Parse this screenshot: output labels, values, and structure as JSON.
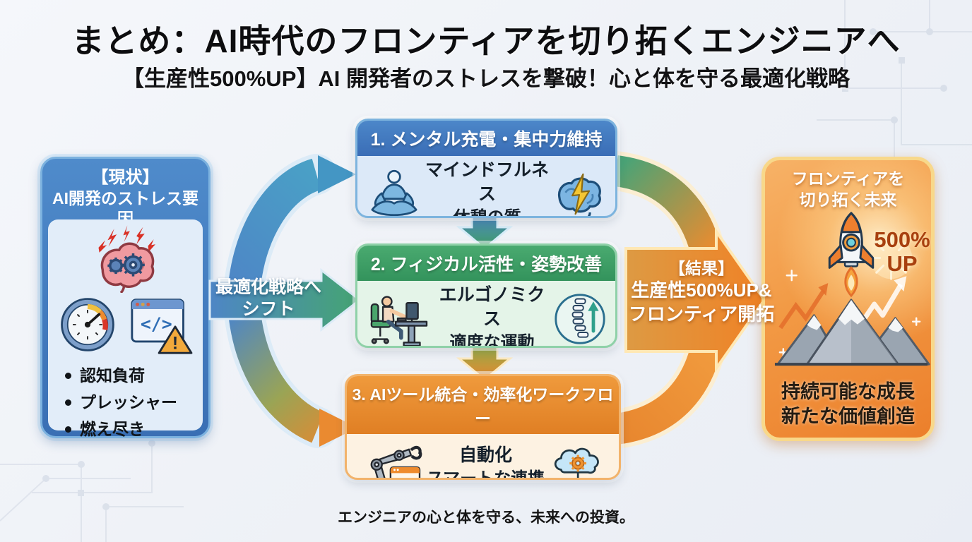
{
  "header": {
    "title": "まとめ：AI時代のフロンティアを切り拓くエンジニアへ",
    "subtitle": "【生産性500%UP】AI 開発者のストレスを撃破！心と体を守る最適化戦略"
  },
  "current": {
    "header1": "【現状】",
    "header2": "AI開発のストレス要因",
    "bullets": [
      "認知負荷",
      "プレッシャー",
      "燃え尽き"
    ]
  },
  "shift": {
    "line1": "最適化戦略へ",
    "line2": "シフト"
  },
  "steps": [
    {
      "title": "1. メンタル充電・集中力維持",
      "line1": "マインドフルネス",
      "line2": "休憩の質"
    },
    {
      "title": "2. フィジカル活性・姿勢改善",
      "line1": "エルゴノミクス",
      "line2": "適度な運動"
    },
    {
      "title": "3. AIツール統合・効率化ワークフロー",
      "line1": "自動化",
      "line2": "スマートな連携"
    }
  ],
  "result": {
    "line1": "【結果】",
    "line2": "生産性500%UP&",
    "line3": "フロンティア開拓"
  },
  "future": {
    "title1": "フロンティアを",
    "title2": "切り拓く未来",
    "badge1": "500%",
    "badge2": "UP",
    "bottom1": "持続可能な成長",
    "bottom2": "新たな価値創造"
  },
  "footer": {
    "text": "エンジニアの心と体を守る、未来への投資。"
  },
  "icons": [
    "stressed-brain-icon",
    "overload-gauge-icon",
    "code-error-icon",
    "meditation-icon",
    "charged-brain-icon",
    "ergonomic-desk-icon",
    "spine-icon",
    "robot-arm-icon",
    "cloud-automation-icon",
    "rocket-icon",
    "mountains-icon"
  ],
  "colors": {
    "accent_blue": "#3d79bd",
    "accent_green": "#3f9e63",
    "accent_orange": "#e8872f",
    "badge_red": "#a8400f",
    "background": "#eff2f7"
  }
}
